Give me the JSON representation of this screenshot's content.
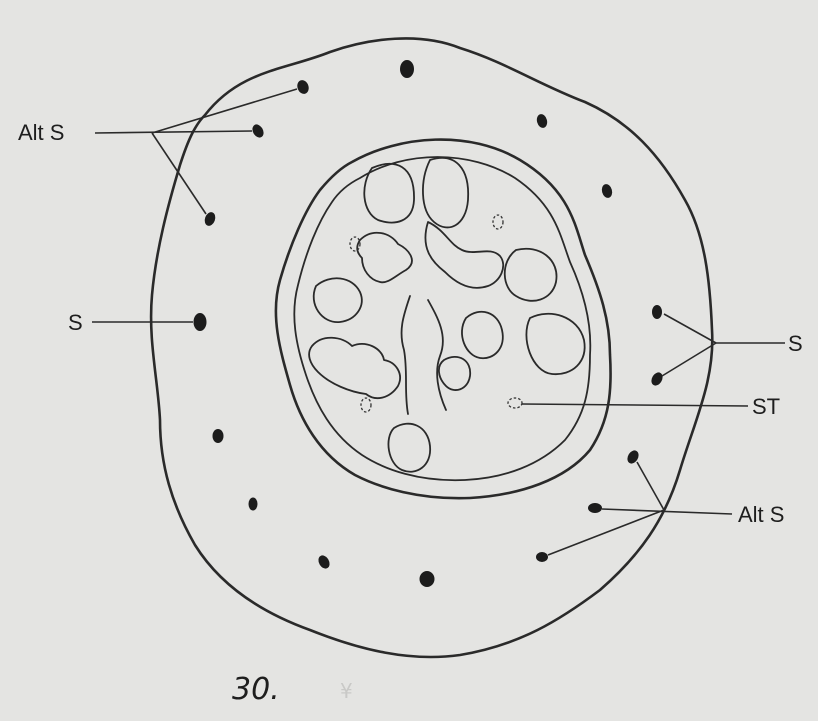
{
  "labels": {
    "alt_s_left": "Alt S",
    "s_left": "S",
    "s_right": "S",
    "st_right": "ST",
    "alt_s_right": "Alt S"
  },
  "figure": {
    "number": "30.",
    "faint_mark": "¥"
  }
}
